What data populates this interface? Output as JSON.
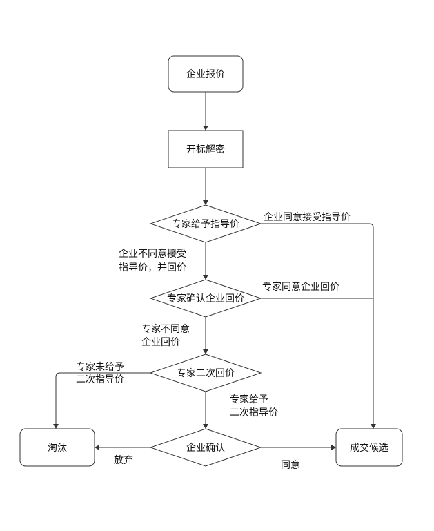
{
  "nodes": {
    "quote": "企业报价",
    "open": "开标解密",
    "expert_guide": "专家给予指导价",
    "expert_confirm": "专家确认企业回价",
    "expert_second": "专家二次回价",
    "company_confirm": "企业确认",
    "eliminate": "淘汰",
    "candidate": "成交候选"
  },
  "edges": {
    "accept_guide": "企业同意接受指导价",
    "reject_guide_1": "企业不同意接受",
    "reject_guide_2": "指导价，并回价",
    "expert_agree": "专家同意企业回价",
    "expert_disagree_1": "专家不同意",
    "expert_disagree_2": "企业回价",
    "no_second_1": "专家未给予",
    "no_second_2": "二次指导价",
    "give_second_1": "专家给予",
    "give_second_2": "二次指导价",
    "give_up": "放弃",
    "agree": "同意"
  }
}
